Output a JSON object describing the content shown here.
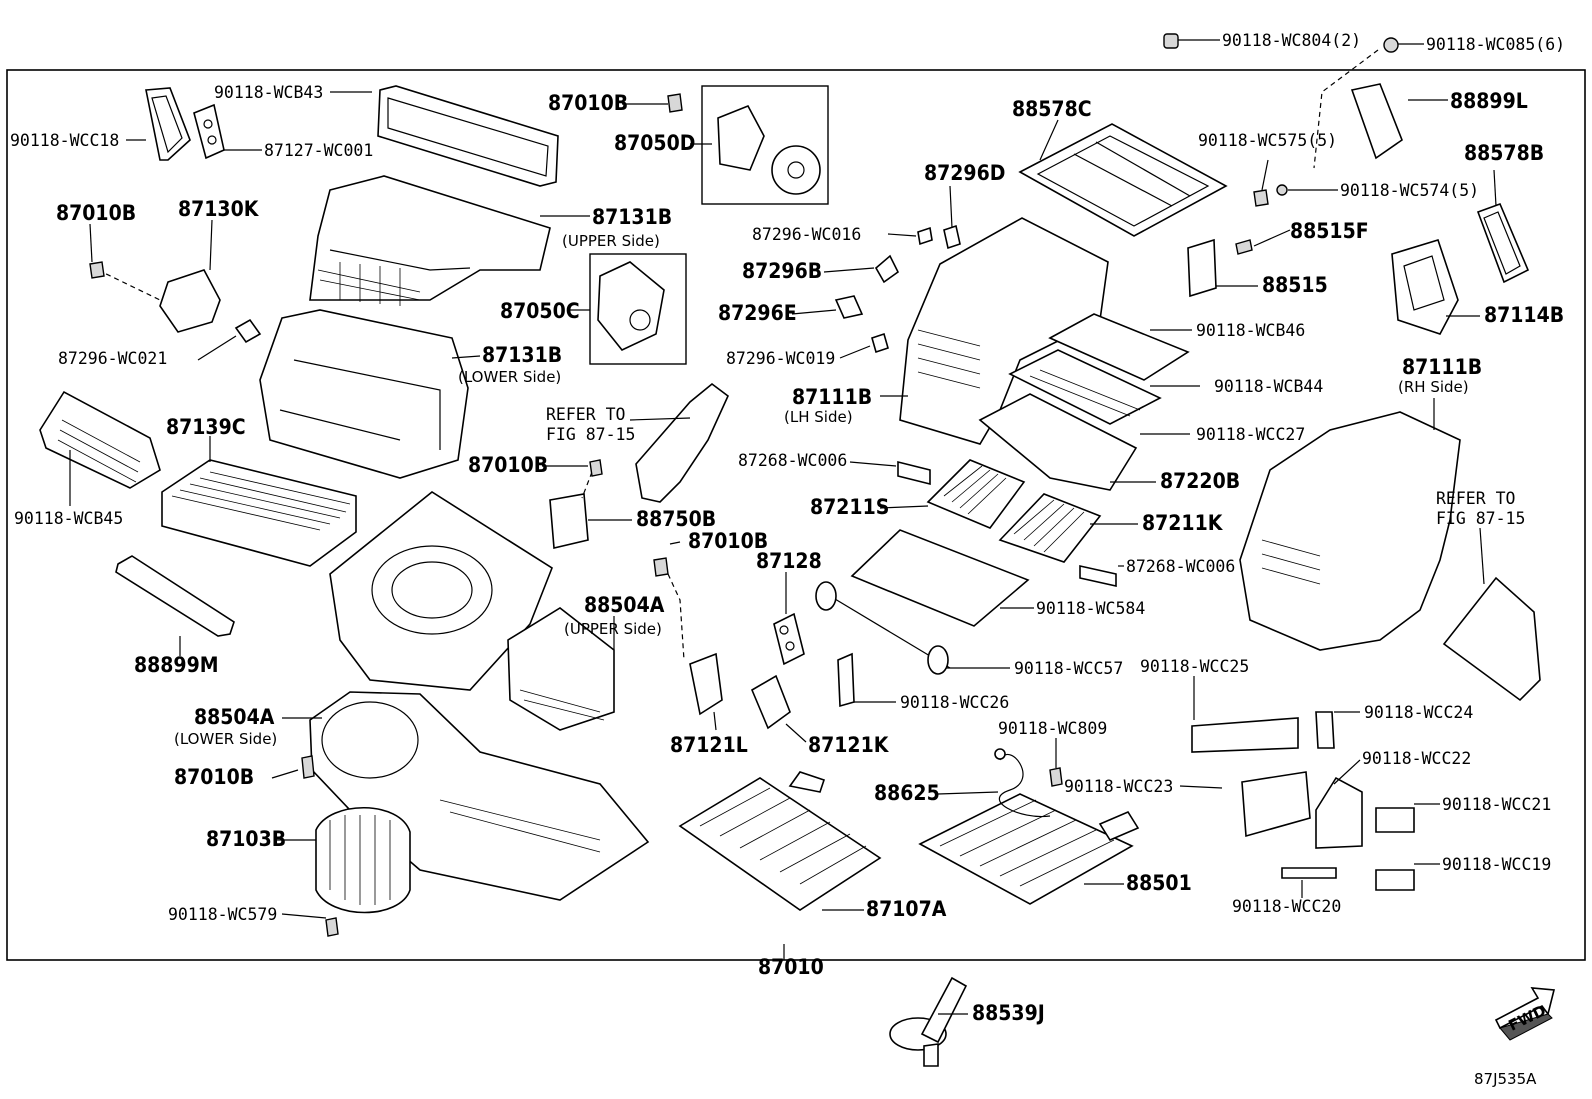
{
  "diagram": {
    "drawing_code": "87J535A",
    "fwd_label": "FWD",
    "assembly_number": "87010",
    "labels": {
      "l1": "90118-WC804(2)",
      "l2": "90118-WC085(6)",
      "l3": "90118-WCB43",
      "l4": "87010B",
      "l5": "87050D",
      "l6": "90118-WCC18",
      "l7": "87127-WC001",
      "l8": "88578C",
      "l9": "88899L",
      "l10": "90118-WC575(5)",
      "l11": "88578B",
      "l12": "90118-WC574(5)",
      "l13": "87296D",
      "l14": "87010B",
      "l15": "87130K",
      "l16": "87131B",
      "l17": "(UPPER Side)",
      "l18": "87296-WC016",
      "l19": "88515F",
      "l20": "87296B",
      "l21": "88515",
      "l22": "87050C",
      "l23": "87296E",
      "l24": "87114B",
      "l25": "90118-WCB46",
      "l26": "87296-WC021",
      "l27": "87131B",
      "l28": "(LOWER Side)",
      "l29": "87296-WC019",
      "l30": "87111B",
      "l31": "(RH Side)",
      "l32": "90118-WCB44",
      "l33": "87111B",
      "l34": "(LH Side)",
      "l35": "REFER TO",
      "l36": "FIG 87-15",
      "l37": "90118-WCC27",
      "l38": "87139C",
      "l39": "87268-WC006",
      "l40": "87010B",
      "l41": "87220B",
      "l42": "REFER TO",
      "l43": "FIG 87-15",
      "l44": "90118-WCB45",
      "l45": "88750B",
      "l46": "87211S",
      "l47": "87211K",
      "l48": "87010B",
      "l49": "87128",
      "l50": "87268-WC006",
      "l51": "88504A",
      "l52": "(UPPER Side)",
      "l53": "90118-WC584",
      "l54": "88899M",
      "l55": "90118-WCC57",
      "l56": "90118-WCC25",
      "l57": "90118-WCC26",
      "l58": "90118-WCC24",
      "l59": "88504A",
      "l60": "(LOWER Side)",
      "l61": "87121L",
      "l62": "87121K",
      "l63": "90118-WC809",
      "l64": "87010B",
      "l65": "90118-WCC22",
      "l66": "90118-WCC23",
      "l67": "88625",
      "l68": "90118-WCC21",
      "l69": "87103B",
      "l70": "90118-WCC19",
      "l71": "88501",
      "l72": "90118-WC579",
      "l73": "87107A",
      "l74": "90118-WCC20",
      "l75": "88539J"
    }
  }
}
